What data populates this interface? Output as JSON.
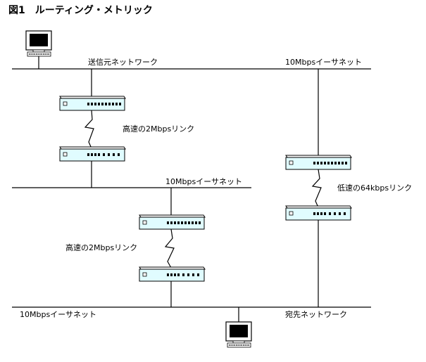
{
  "title": "図1　ルーティング・メトリック",
  "networks": {
    "source": "送信元ネットワーク",
    "top_right": "10Mbpsイーサネット",
    "middle": "10Mbpsイーサネット",
    "bottom_left": "10Mbpsイーサネット",
    "destination": "宛先ネットワーク"
  },
  "links": {
    "upper_left": "高速の2Mbpsリンク",
    "lower_middle": "高速の2Mbpsリンク",
    "right": "低速の64kbpsリンク"
  },
  "icons": {
    "computer": "computer-icon",
    "router": "router-icon"
  }
}
